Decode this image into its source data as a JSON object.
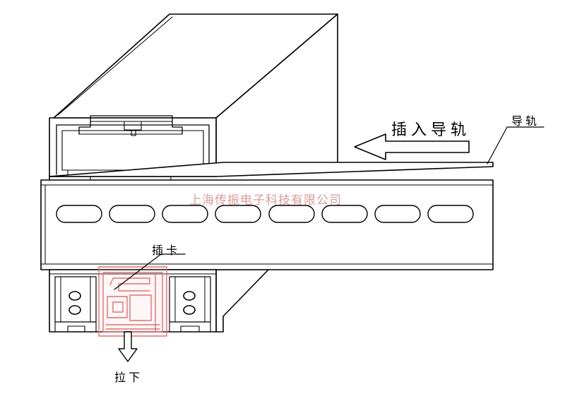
{
  "labels": {
    "insert_rail": "插入导轨",
    "rail": "导轨",
    "clip": "插卡",
    "pull_down": "拉下"
  },
  "watermark": "上海传振电子科技有限公司",
  "colors": {
    "line": "#000000",
    "highlight": "#e07070",
    "watermark": "#be4646"
  }
}
